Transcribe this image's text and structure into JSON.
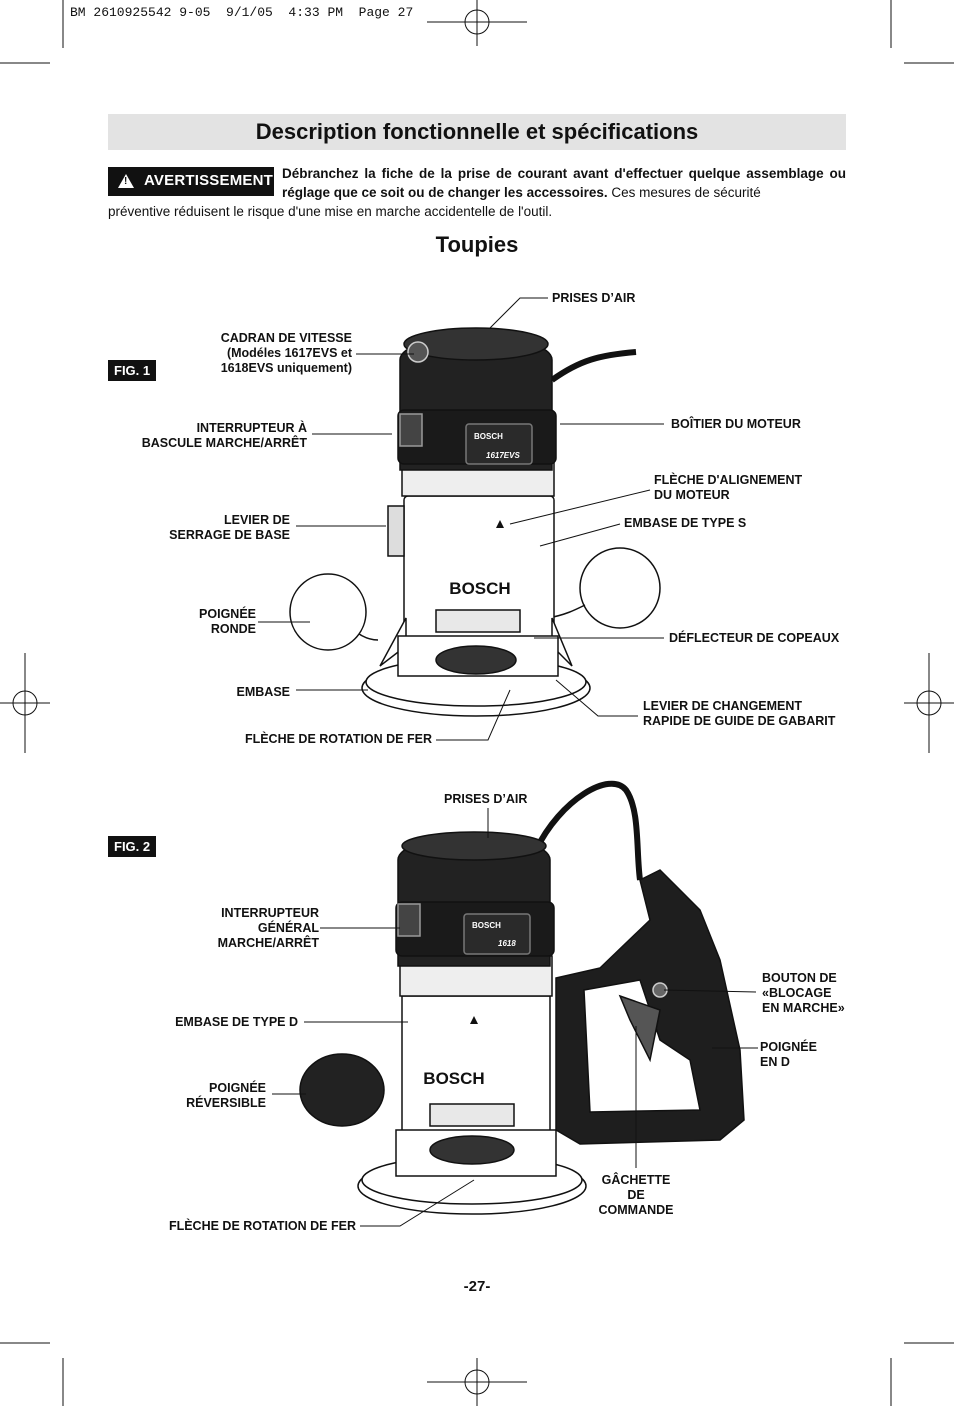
{
  "header": {
    "print_line": "BM 2610925542 9-05  9/1/05  4:33 PM  Page 27"
  },
  "title": "Description fonctionnelle et spécifications",
  "warning": {
    "badge": "AVERTISSEMENT",
    "bold_text": "Débranchez la fiche de la prise de courant avant d'effectuer quelque assemblage ou réglage que ce soit ou de changer les accessoires.",
    "text_a": " Ces mesures de sécurité",
    "text_b": "préventive réduisent le risque d'une mise en marche accidentelle de l'outil."
  },
  "section_title": "Toupies",
  "fig1": {
    "badge": "FIG. 1",
    "brand": "BOSCH",
    "model": "1617EVS",
    "labels": {
      "prises_air": "PRISES D’AIR",
      "cadran_1": "CADRAN DE VITESSE",
      "cadran_2": "(Modéles 1617EVS et",
      "cadran_3": "1618EVS uniquement)",
      "interrupteur_1": "INTERRUPTEUR À",
      "interrupteur_2": "BASCULE MARCHE/ARRÊT",
      "boitier": "BOÎTIER DU MOTEUR",
      "fleche_align_1": "FLÈCHE D'ALIGNEMENT",
      "fleche_align_2": "DU MOTEUR",
      "embase_s": "EMBASE DE TYPE S",
      "levier_serrage_1": "LEVIER DE",
      "levier_serrage_2": "SERRAGE DE BASE",
      "poignee_ronde_1": "POIGNÉE",
      "poignee_ronde_2": "RONDE",
      "deflecteur": "DÉFLECTEUR DE COPEAUX",
      "embase": "EMBASE",
      "levier_changement_1": "LEVIER DE CHANGEMENT",
      "levier_changement_2": "RAPIDE DE GUIDE DE GABARIT",
      "fleche_rotation": "FLÈCHE DE ROTATION DE FER"
    }
  },
  "fig2": {
    "badge": "FIG. 2",
    "brand": "BOSCH",
    "model": "1618",
    "labels": {
      "prises_air": "PRISES D’AIR",
      "interrupteur_1": "INTERRUPTEUR",
      "interrupteur_2": "GÉNÉRAL",
      "interrupteur_3": "MARCHE/ARRÊT",
      "bouton_1": "BOUTON DE",
      "bouton_2": "«BLOCAGE",
      "bouton_3": "EN MARCHE»",
      "embase_d": "EMBASE DE TYPE D",
      "poignee_d_1": "POIGNÉE",
      "poignee_d_2": "EN D",
      "poignee_rev_1": "POIGNÉE",
      "poignee_rev_2": "RÉVERSIBLE",
      "gachette_1": "GÂCHETTE",
      "gachette_2": "DE",
      "gachette_3": "COMMANDE",
      "fleche_rotation": "FLÈCHE DE ROTATION DE FER"
    }
  },
  "page_number": "-27-"
}
